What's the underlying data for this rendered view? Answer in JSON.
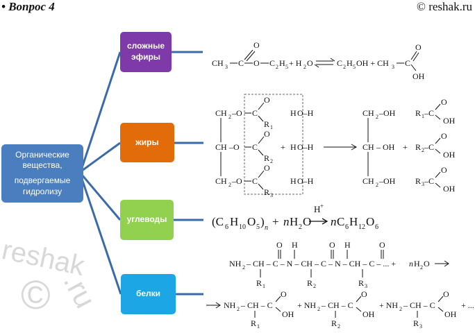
{
  "header": {
    "left": "• Вопрос 4",
    "right": "© reshak.ru"
  },
  "root": {
    "line1": "Органические",
    "line2": "вещества,",
    "line3": "подвергаемые",
    "line4": "гидролизу"
  },
  "branches": {
    "esters": "сложные эфиры",
    "fats": "жиры",
    "carbs": "углеводы",
    "proteins": "белки"
  },
  "watermark": {
    "text": "reshak.ru",
    "symbol": "©"
  },
  "colors": {
    "root": "#4a7ebf",
    "esters": "#7e3aa8",
    "fats": "#e36c0a",
    "carbs": "#92d050",
    "proteins": "#1ca6e6",
    "lines": "#3a6aa8"
  }
}
